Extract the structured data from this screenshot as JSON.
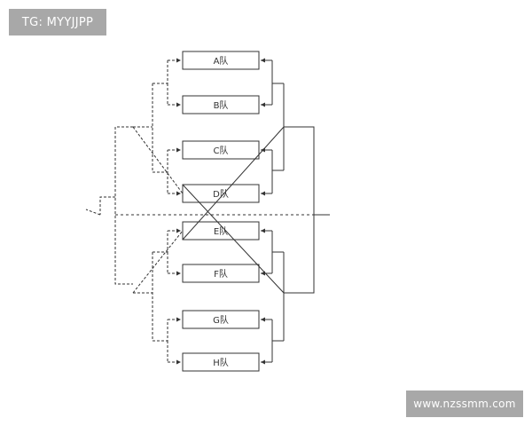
{
  "watermarks": {
    "top_left": "TG: MYYJJPP",
    "bottom_right": "www.nzssmm.com"
  },
  "bracket": {
    "teams": [
      "A队",
      "B队",
      "C队",
      "D队",
      "E队",
      "F队",
      "G队",
      "H队"
    ]
  },
  "colors": {
    "line": "#333333",
    "box_border": "#333333",
    "watermark_bg": "#a8a8a8",
    "watermark_text": "#ffffff"
  }
}
